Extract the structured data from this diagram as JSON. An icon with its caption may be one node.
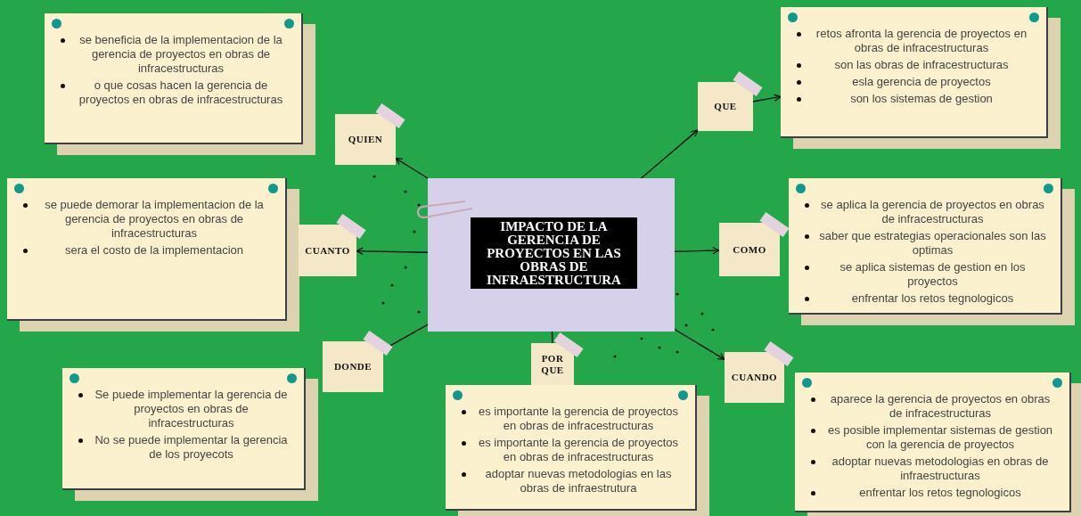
{
  "diagram": {
    "nodes": [
      {
        "text": [
          "IMPACTO DE LA GERENCIA DE PROYECTOS EN LAS OBRAS DE INFRAESTRUCTURA"
        ]
      },
      {
        "text": [
          "QUIEN"
        ]
      },
      {
        "text": [
          "se beneficia de la implementacion de la gerencia de proyectos en obras de infracestructuras",
          "o que cosas hacen la gerencia de proyectos en obras de infracestructuras"
        ]
      },
      {
        "text": [
          "QUE"
        ]
      },
      {
        "text": [
          "retos afronta la gerencia de proyectos en obras de infracestructuras",
          "son  las obras de infracestructuras",
          "esla gerencia de proyectos",
          "son los sistemas de gestion"
        ]
      },
      {
        "text": [
          "CUANTO"
        ]
      },
      {
        "text": [
          "se puede demorar la implementacion de la gerencia de proyectos en obras de infracestructuras",
          "sera el costo de  la implementacion"
        ]
      },
      {
        "text": [
          "COMO"
        ]
      },
      {
        "text": [
          "se aplica la gerencia de proyectos en obras de infracestructuras",
          "saber que estrategias operacionales son las optimas",
          "se aplica  sistemas de gestion en los proyectos",
          "enfrentar los retos tegnologicos"
        ]
      },
      {
        "text": [
          "DONDE"
        ]
      },
      {
        "text": [
          "Se puede implementar la gerencia de proyectos en obras de infracestructuras",
          "No se puede implementar la gerencia de los proyecots"
        ]
      },
      {
        "text": [
          "POR QUE"
        ]
      },
      {
        "text": [
          "es importante la gerencia de proyectos en obras de infracestructuras",
          "es importante la gerencia de proyectos en obras de infracestructuras",
          "adoptar nuevas metodologias en las obras de infraestrutura"
        ]
      },
      {
        "text": [
          "CUANDO"
        ]
      },
      {
        "text": [
          "aparece la gerencia de proyectos en obras de infracestructuras",
          "es posible implementar sistemas de gestion con la gerencia de proyectos",
          "adoptar nuevas metodologias en obras de infraestructuras",
          "enfrentar los retos tegnologicos"
        ]
      }
    ],
    "edges": [
      {
        "from": 0,
        "to": 1,
        "arrow": "to"
      },
      {
        "from": 0,
        "to": 3,
        "arrow": "to"
      },
      {
        "from": 3,
        "to": 4,
        "arrow": "to"
      },
      {
        "from": 0,
        "to": 5,
        "arrow": "to"
      },
      {
        "from": 0,
        "to": 7,
        "arrow": "to"
      },
      {
        "from": 0,
        "to": 9,
        "arrow": "to"
      },
      {
        "from": 0,
        "to": 11,
        "arrow": "none"
      },
      {
        "from": 0,
        "to": 13,
        "arrow": "to"
      }
    ]
  }
}
